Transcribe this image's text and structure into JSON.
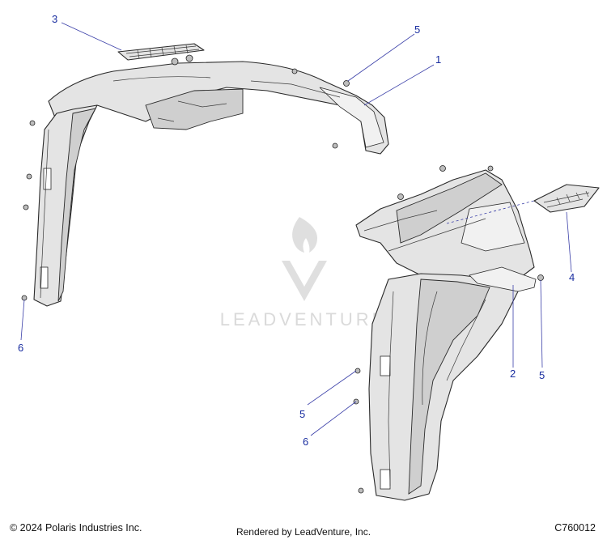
{
  "callouts": [
    {
      "id": "c1",
      "label": "1"
    },
    {
      "id": "c2",
      "label": "2"
    },
    {
      "id": "c3",
      "label": "3"
    },
    {
      "id": "c4",
      "label": "4"
    },
    {
      "id": "c5a",
      "label": "5"
    },
    {
      "id": "c5b",
      "label": "5"
    },
    {
      "id": "c5c",
      "label": "5"
    },
    {
      "id": "c6a",
      "label": "6"
    },
    {
      "id": "c6b",
      "label": "6"
    }
  ],
  "watermark": {
    "text": "LEADVENTURE"
  },
  "footer": {
    "copyright": "© 2024 Polaris Industries Inc.",
    "rendered_by": "Rendered by LeadVenture, Inc.",
    "diagram_code": "C760012"
  },
  "colors": {
    "callout": "#1a2ea0",
    "leader": "#3a3fa8",
    "part": "#e4e4e4"
  }
}
